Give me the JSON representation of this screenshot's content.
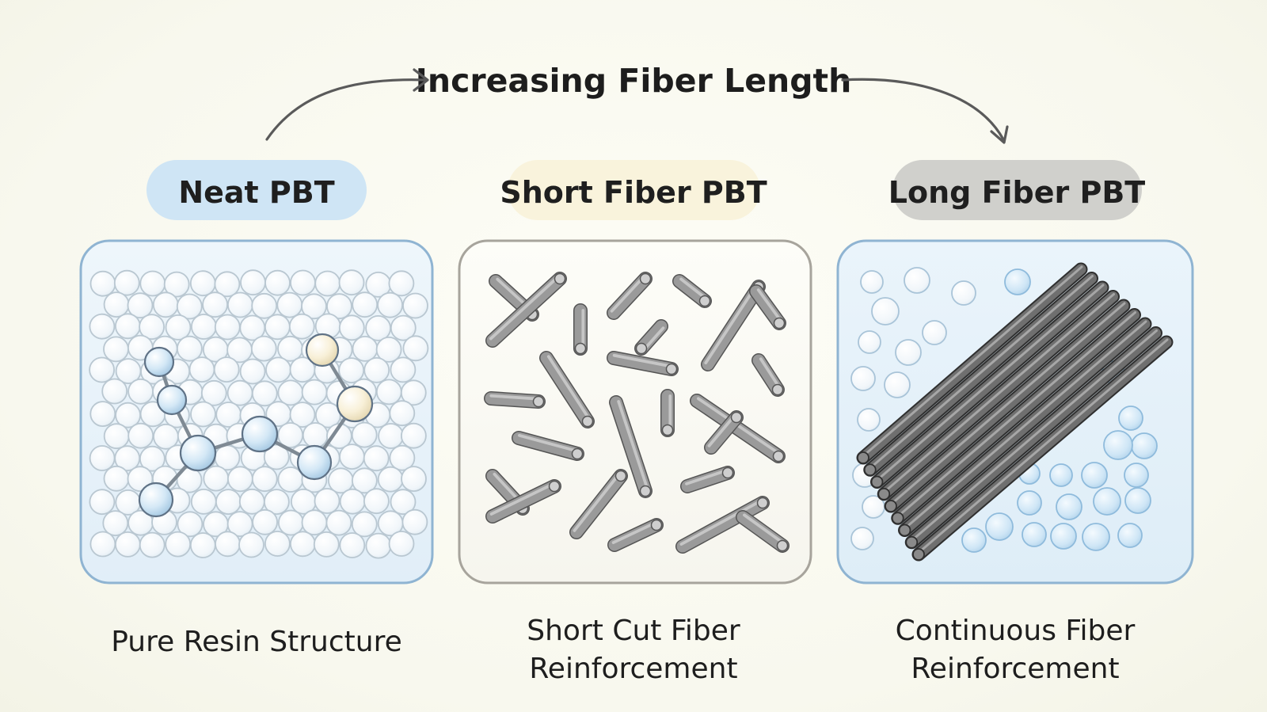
{
  "diagram": {
    "title": "Increasing Fiber Length",
    "colors": {
      "neat_pill": "#cfe5f5",
      "short_pill": "#f9f3dc",
      "long_pill": "#d0d0cc",
      "blue_border": "#8fb4d2",
      "gray_border": "#a7a49c",
      "fiber": "#9a9a9a",
      "long_fiber": "#6f6f6f"
    },
    "panels": [
      {
        "id": "neat",
        "label": "Neat PBT",
        "caption_lines": [
          "Pure Resin Structure"
        ]
      },
      {
        "id": "short",
        "label": "Short Fiber PBT",
        "caption_lines": [
          "Short Cut Fiber",
          "Reinforcement"
        ]
      },
      {
        "id": "long",
        "label": "Long Fiber PBT",
        "caption_lines": [
          "Continuous Fiber",
          "Reinforcement"
        ]
      }
    ]
  }
}
